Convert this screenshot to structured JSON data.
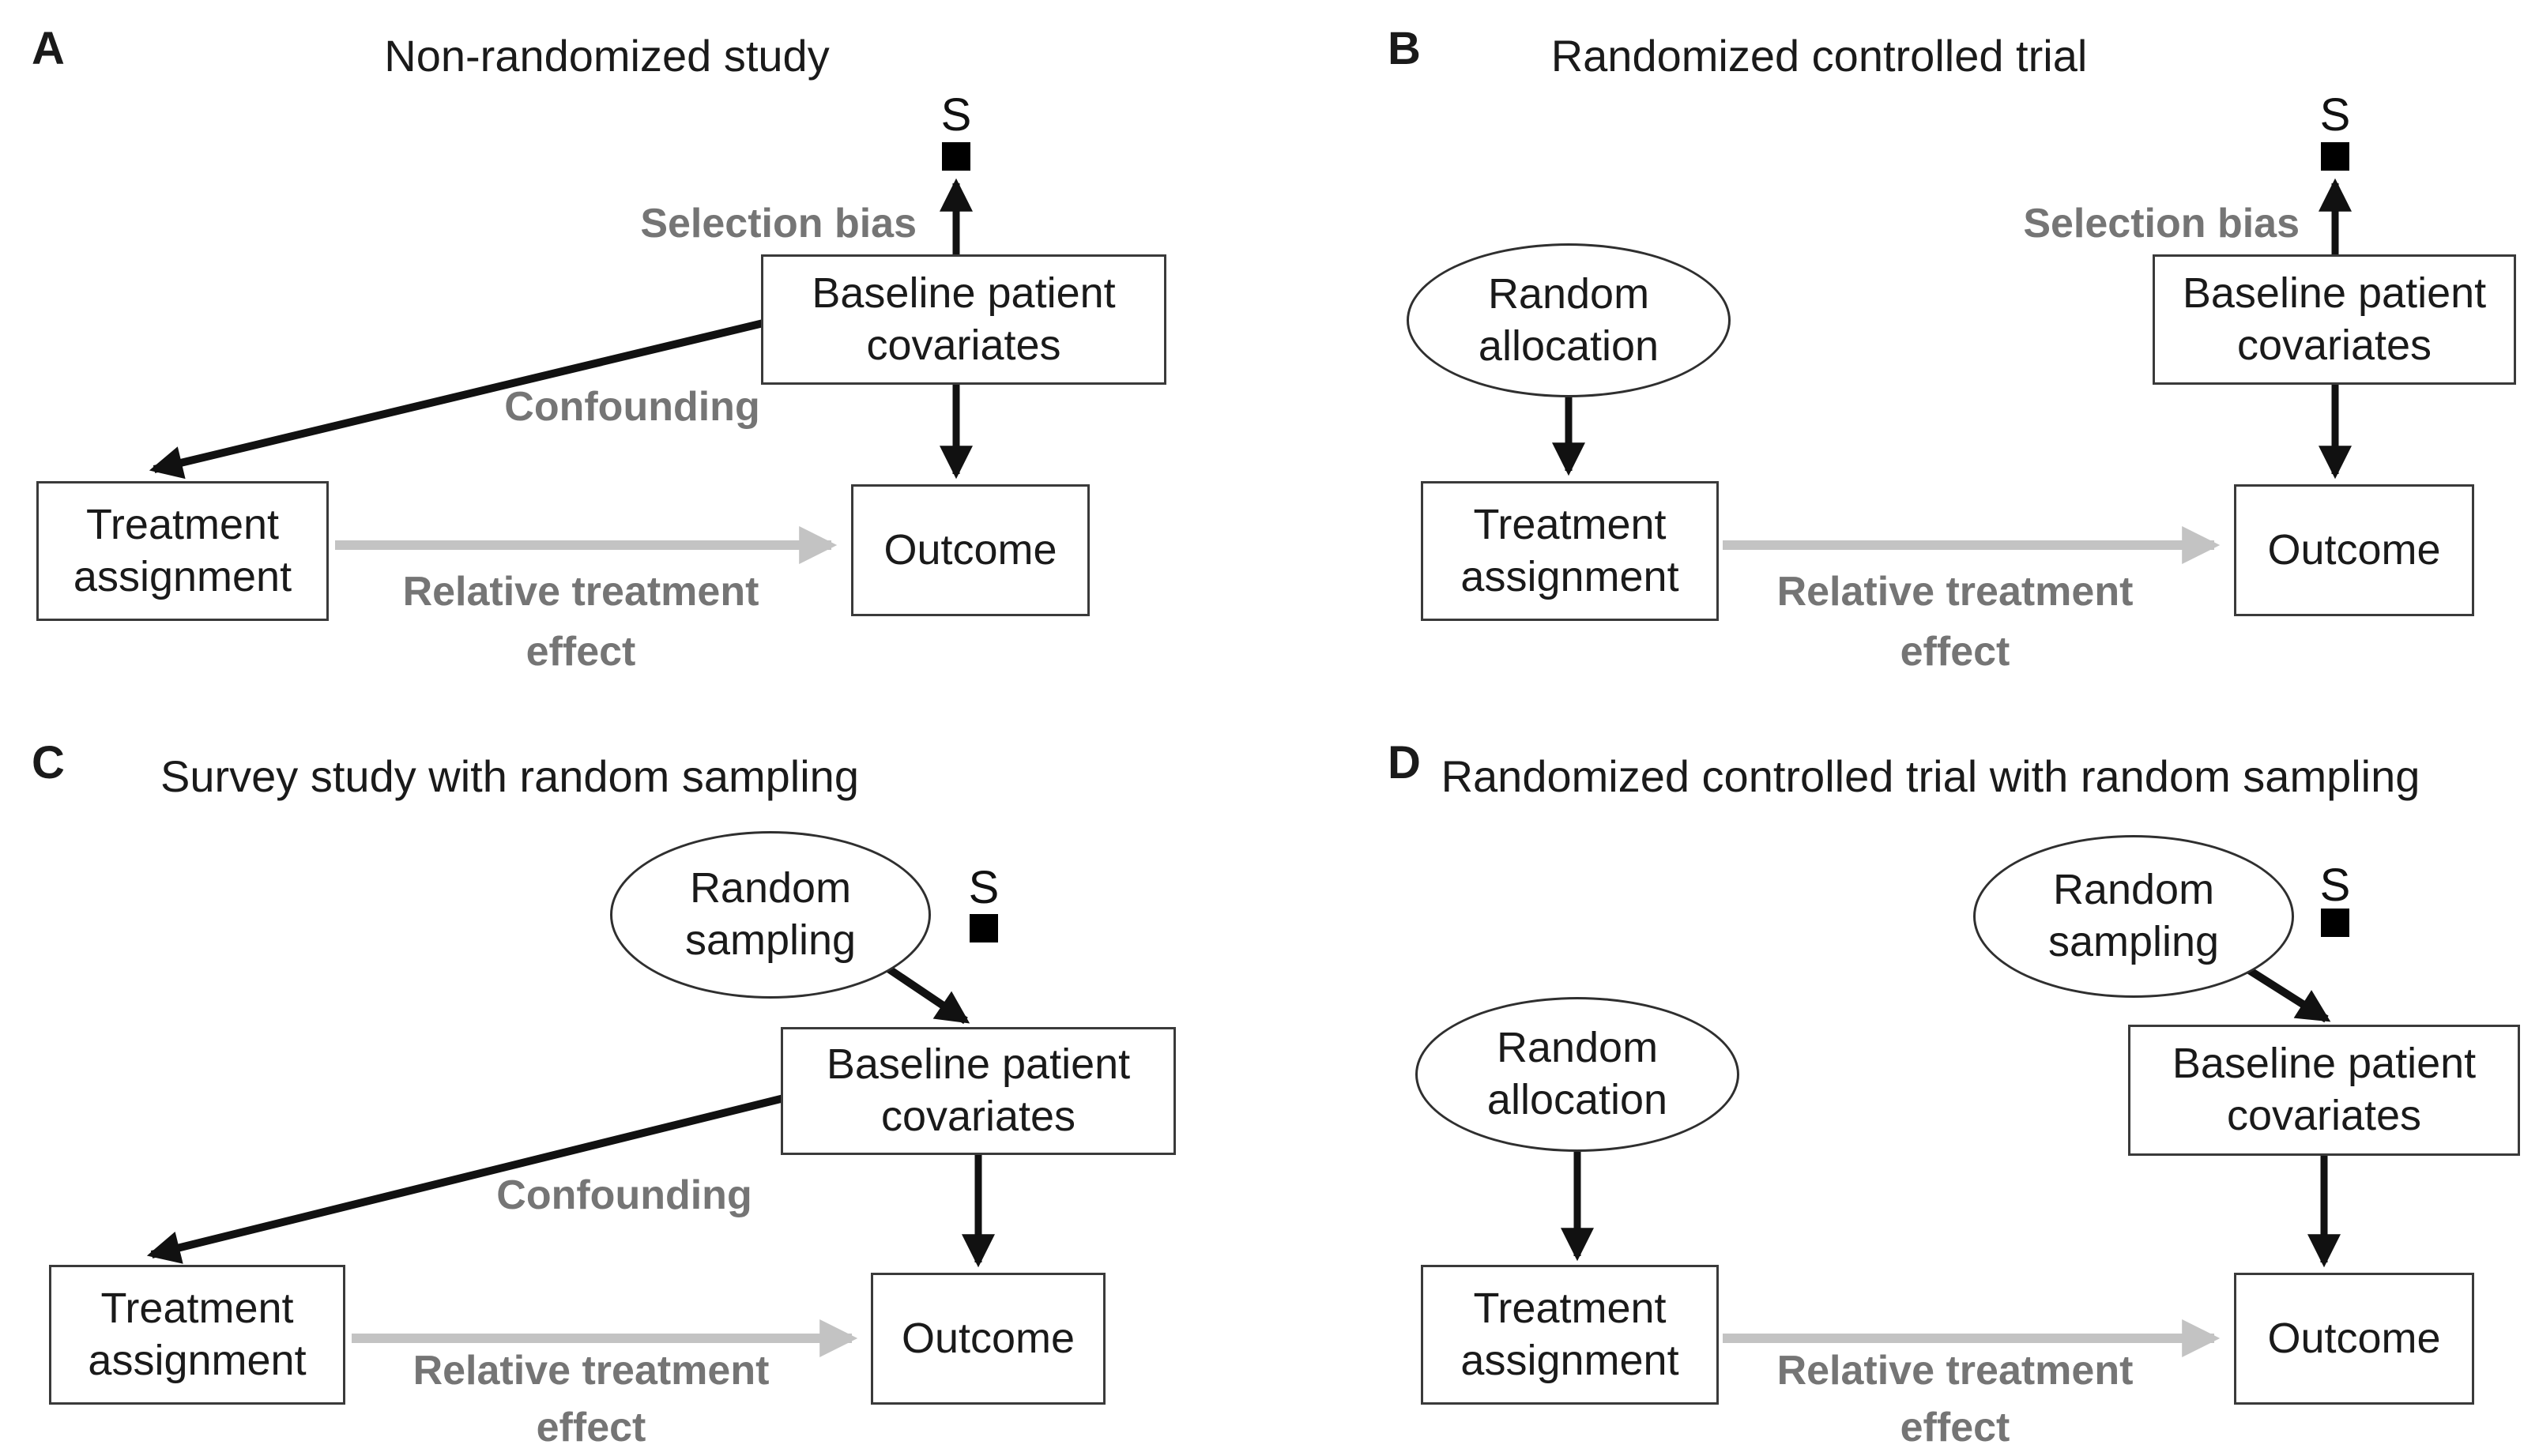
{
  "figure": {
    "colors": {
      "background": "#ffffff",
      "text": "#1a1a1a",
      "box_border": "#3a3a3a",
      "edge_black": "#111111",
      "edge_gray": "#c3c3c3",
      "label_gray": "#757575"
    },
    "panels": [
      {
        "letter": "A",
        "title": "Non-randomized study",
        "nodes": {
          "baseline": "Baseline patient covariates",
          "treatment": "Treatment assignment",
          "outcome": "Outcome",
          "selection_node": "S"
        },
        "edge_labels": {
          "selection_bias": "Selection bias",
          "confounding": "Confounding",
          "relative_effect": "Relative treatment effect"
        }
      },
      {
        "letter": "B",
        "title": "Randomized controlled trial",
        "nodes": {
          "random_allocation": "Random allocation",
          "baseline": "Baseline patient covariates",
          "treatment": "Treatment assignment",
          "outcome": "Outcome",
          "selection_node": "S"
        },
        "edge_labels": {
          "selection_bias": "Selection bias",
          "relative_effect": "Relative treatment effect"
        }
      },
      {
        "letter": "C",
        "title": "Survey study with random sampling",
        "nodes": {
          "random_sampling": "Random sampling",
          "baseline": "Baseline patient covariates",
          "treatment": "Treatment assignment",
          "outcome": "Outcome",
          "selection_node": "S"
        },
        "edge_labels": {
          "confounding": "Confounding",
          "relative_effect": "Relative treatment effect"
        }
      },
      {
        "letter": "D",
        "title": "Randomized controlled trial with random sampling",
        "nodes": {
          "random_sampling": "Random sampling",
          "random_allocation": "Random allocation",
          "baseline": "Baseline patient covariates",
          "treatment": "Treatment assignment",
          "outcome": "Outcome",
          "selection_node": "S"
        },
        "edge_labels": {
          "relative_effect": "Relative treatment effect"
        }
      }
    ]
  }
}
